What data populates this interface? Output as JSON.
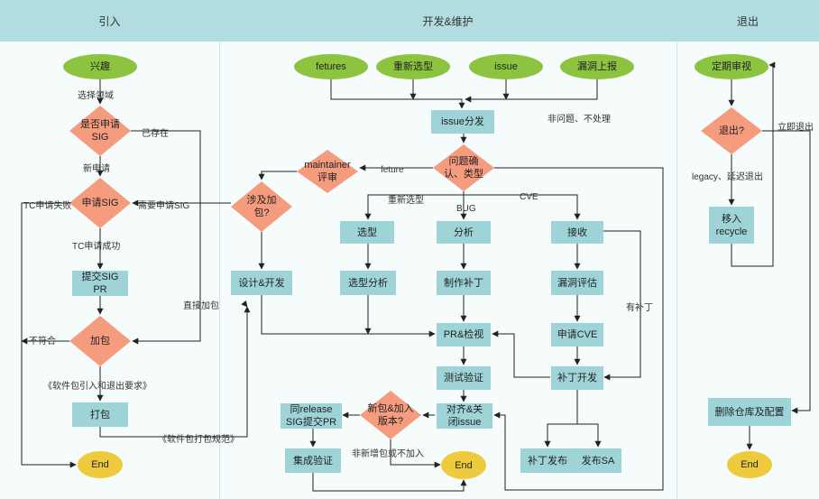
{
  "lanes": {
    "left": "引入",
    "middle": "开发&维护",
    "right": "退出"
  },
  "nodes": {
    "interest": "兴趣",
    "is_sig": "是否申请\nSIG",
    "apply_sig": "申请SIG",
    "submit_pr": "提交SIG\nPR",
    "add_pkg": "加包",
    "package": "打包",
    "end_left": "End",
    "fetures": "fetures",
    "reselect": "重新选型",
    "issue": "issue",
    "vuln_report": "漏洞上报",
    "issue_dispatch": "issue分发",
    "problem_confirm": "问题确\n认、类型",
    "maintainer_review": "maintainer\n评审",
    "involve_pkg": "涉及加\n包?",
    "select": "选型",
    "analyze": "分析",
    "receive": "接收",
    "design_dev": "设计&开发",
    "select_analyze": "选型分析",
    "make_patch": "制作补丁",
    "vuln_assess": "漏洞评估",
    "pr_review": "PR&检视",
    "apply_cve": "申请CVE",
    "test_verify": "测试验证",
    "patch_dev": "补丁开发",
    "align_close": "对齐&关\n闭issue",
    "new_pkg": "新包&加入\n版本?",
    "release_pr": "同release\nSIG提交PR",
    "integ_verify": "集成验证",
    "end_mid": "End",
    "patch_release": "补丁发布",
    "publish_sa": "发布SA",
    "periodic_review": "定期审视",
    "exit_q": "退出?",
    "move_recycle": "移入\nrecycle",
    "delete_repo": "删除仓库及配置",
    "end_right": "End"
  },
  "labels": {
    "choose_domain": "选择领域",
    "exists": "已存在",
    "new_apply": "新申请",
    "tc_fail": "TC申请失败",
    "need_apply": "需要申请SIG",
    "tc_success": "TC申请成功",
    "direct_add": "直接加包",
    "not_conform": "不符合",
    "pkg_req": "《软件包引入和退出要求》",
    "pkg_spec": "《软件包打包规范》",
    "not_issue": "非问题、不处理",
    "feture": "feture",
    "reselect_lbl": "重新选型",
    "bug": "BUG",
    "cve": "CVE",
    "has_patch": "有补丁",
    "not_new": "非新增包或不加入",
    "legacy": "legacy、延迟退出",
    "exit_now": "立即退出"
  }
}
